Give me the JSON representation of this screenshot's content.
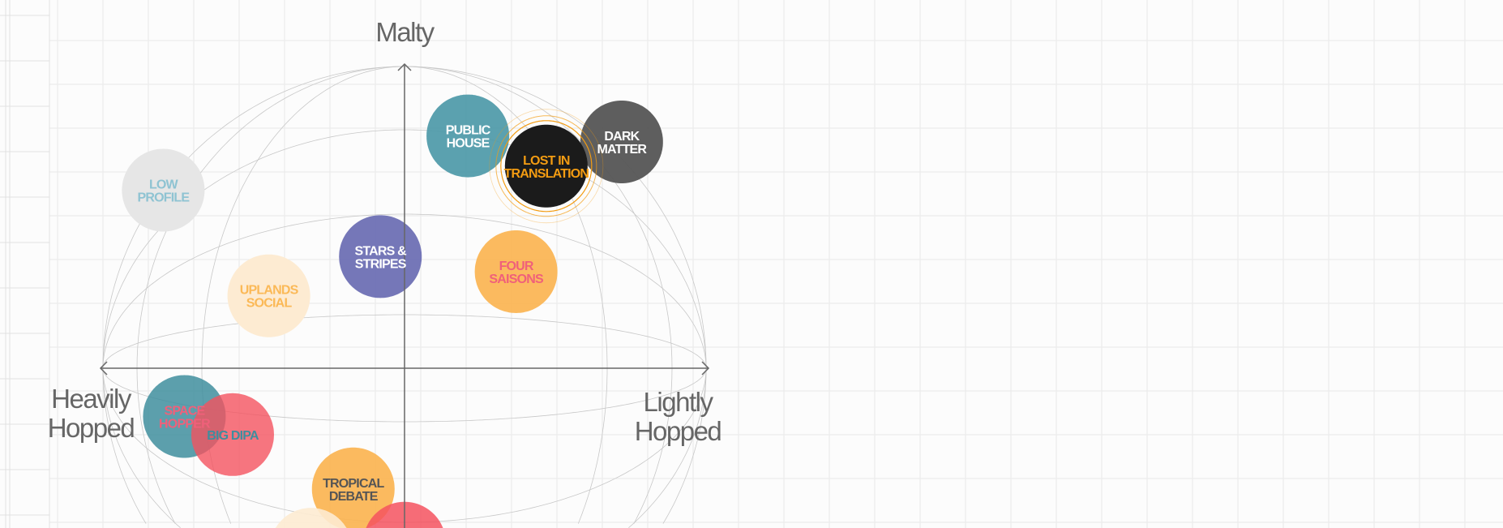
{
  "chart_data": {
    "type": "scatter",
    "title": "",
    "axes": {
      "top": "Malty",
      "left": "Heavily Hopped",
      "right": "Lightly Hopped"
    },
    "xlabel": "Heavily Hopped ← → Lightly Hopped",
    "ylabel": "Malty",
    "xlim": [
      -1,
      1
    ],
    "ylim": [
      -1,
      1
    ],
    "grid": true,
    "points": [
      {
        "name": "PUBLIC HOUSE",
        "lines": [
          "PUBLIC",
          "HOUSE"
        ],
        "x": 0.21,
        "y": 0.77,
        "fill": "#4f9aa9",
        "text": "#ffffff",
        "opacity": 0.93
      },
      {
        "name": "DARK MATTER",
        "lines": [
          "DARK",
          "MATTER"
        ],
        "x": 0.72,
        "y": 0.75,
        "fill": "#555555",
        "text": "#ffffff",
        "opacity": 0.95
      },
      {
        "name": "LOST IN TRANSLATION",
        "lines": [
          "LOST IN",
          "TRANSLATION"
        ],
        "x": 0.47,
        "y": 0.67,
        "fill": "#1b1b1b",
        "text": "#f39c12",
        "opacity": 1,
        "highlighted": true
      },
      {
        "name": "LOW PROFILE",
        "lines": [
          "LOW",
          "PROFILE"
        ],
        "x": -0.8,
        "y": 0.59,
        "fill": "#e6e6e6",
        "text": "#8ec3d2",
        "opacity": 1
      },
      {
        "name": "STARS & STRIPES",
        "lines": [
          "STARS &",
          "STRIPES"
        ],
        "x": -0.08,
        "y": 0.37,
        "fill": "#6e70b4",
        "text": "#ffffff",
        "opacity": 0.95
      },
      {
        "name": "FOUR SAISONS",
        "lines": [
          "FOUR",
          "SAISONS"
        ],
        "x": 0.37,
        "y": 0.32,
        "fill": "#fbb24e",
        "text": "#f0607a",
        "opacity": 0.9
      },
      {
        "name": "UPLANDS SOCIAL",
        "lines": [
          "UPLANDS",
          "SOCIAL"
        ],
        "x": -0.45,
        "y": 0.24,
        "fill": "#fdebd2",
        "text": "#fbb957",
        "opacity": 1
      },
      {
        "name": "SPACE HOPPER",
        "lines": [
          "SPACE",
          "HOPPER"
        ],
        "x": -0.73,
        "y": -0.16,
        "fill": "#3f8e9e",
        "text": "#f0607a",
        "opacity": 0.85
      },
      {
        "name": "BIG DIPA",
        "lines": [
          "BIG DIPA"
        ],
        "x": -0.57,
        "y": -0.22,
        "fill": "#f4525f",
        "text": "#3f8e9e",
        "opacity": 0.8
      },
      {
        "name": "TROPICAL DEBATE",
        "lines": [
          "TROPICAL",
          "DEBATE"
        ],
        "x": -0.17,
        "y": -0.4,
        "fill": "#fbb24e",
        "text": "#555555",
        "opacity": 0.9
      },
      {
        "name": "",
        "lines": [],
        "x": -0.31,
        "y": -0.6,
        "fill": "#fdebd2",
        "text": "#555555",
        "opacity": 0.9
      },
      {
        "name": "",
        "lines": [],
        "x": 0.0,
        "y": -0.58,
        "fill": "#f4525f",
        "text": "#ffffff",
        "opacity": 0.85
      }
    ]
  },
  "colors": {
    "grid": "#e8e8e8",
    "axis": "#666666",
    "wireframe": "#c8c8c8",
    "highlight_ring": "#f39c12"
  }
}
